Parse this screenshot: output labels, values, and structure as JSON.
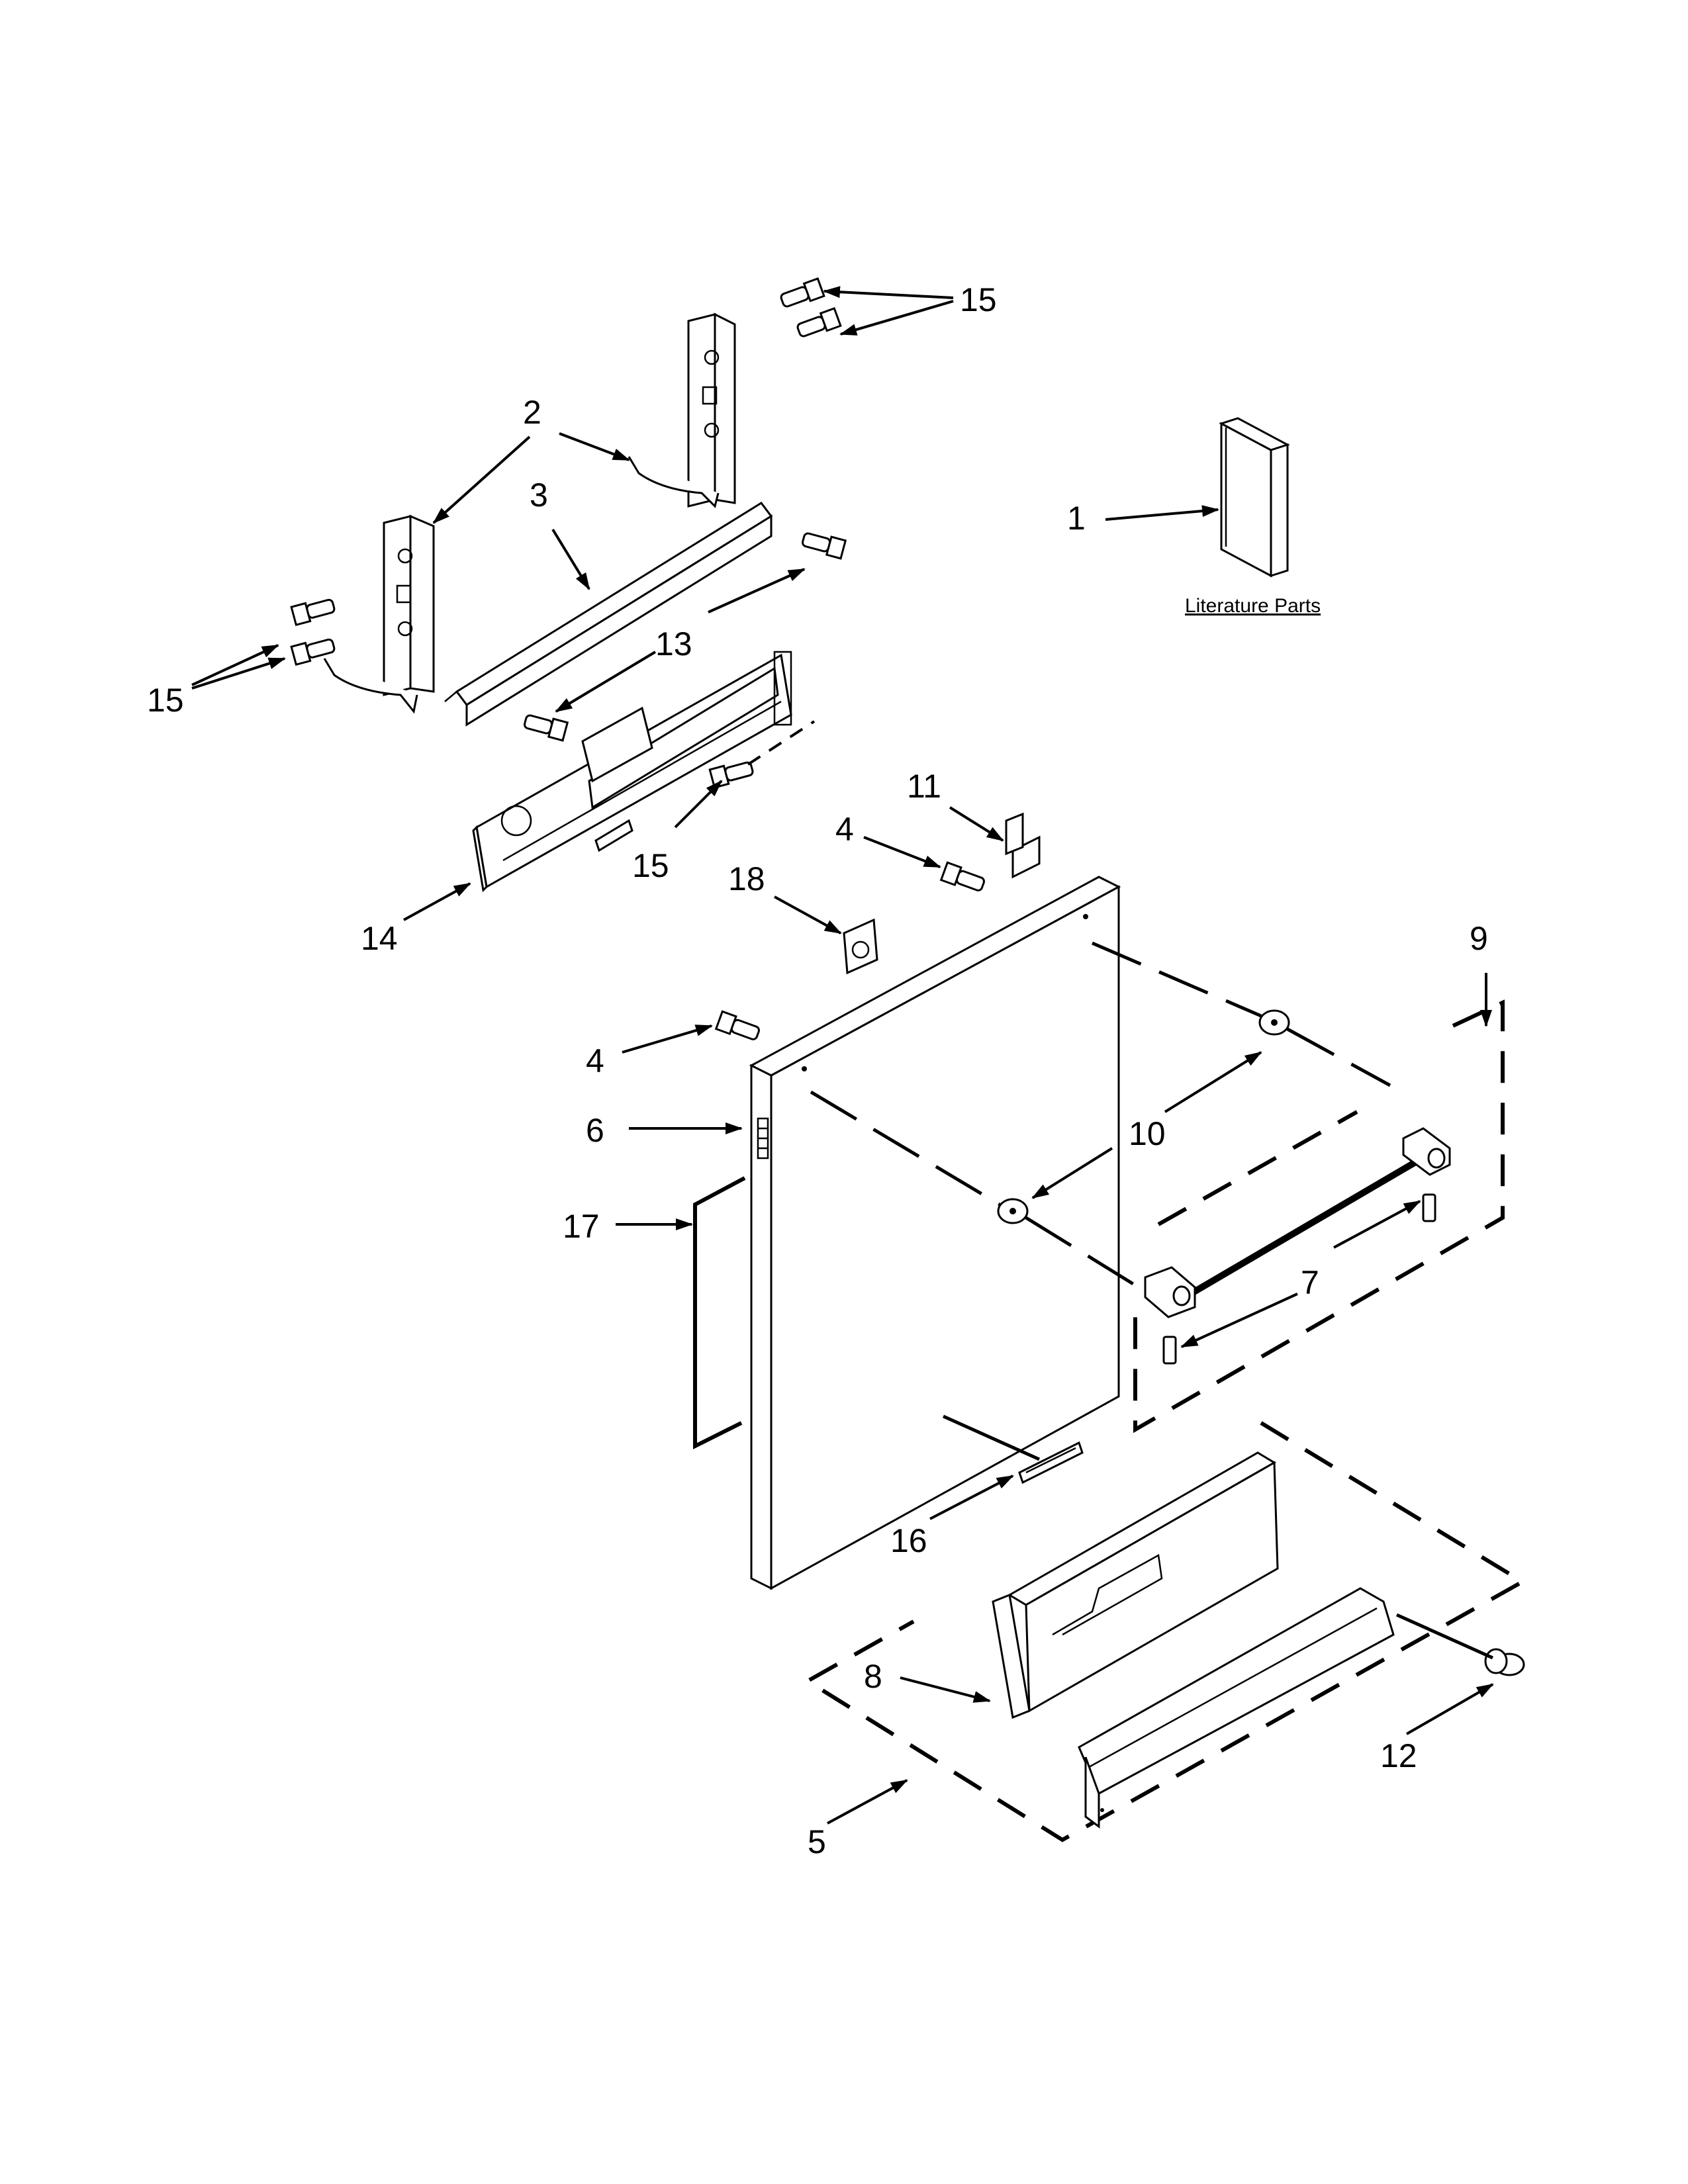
{
  "literature_label": "Literature Parts",
  "callouts": {
    "c1": "1",
    "c2": "2",
    "c3": "3",
    "c4a": "4",
    "c4b": "4",
    "c5": "5",
    "c6": "6",
    "c7": "7",
    "c8": "8",
    "c9": "9",
    "c10": "10",
    "c11": "11",
    "c12": "12",
    "c13": "13",
    "c14": "14",
    "c15a": "15",
    "c15b": "15",
    "c15c": "15",
    "c16": "16",
    "c17": "17",
    "c18": "18"
  }
}
